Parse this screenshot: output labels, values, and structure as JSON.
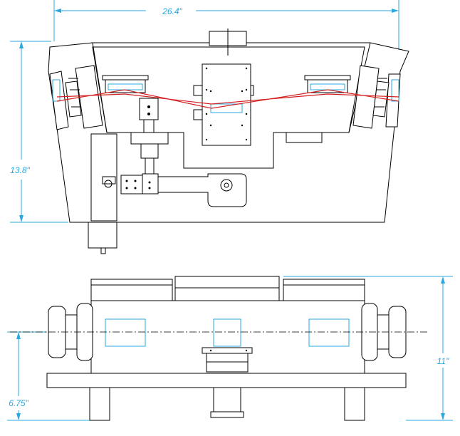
{
  "dimensions": {
    "overall_width": "26.4\"",
    "top_view_height": "13.8\"",
    "front_view_height": "11\"",
    "base_height": "6.75\""
  },
  "colors": {
    "dimension_lines": "#29a9e0",
    "laser_path": "#d42020",
    "outline": "#000000"
  }
}
